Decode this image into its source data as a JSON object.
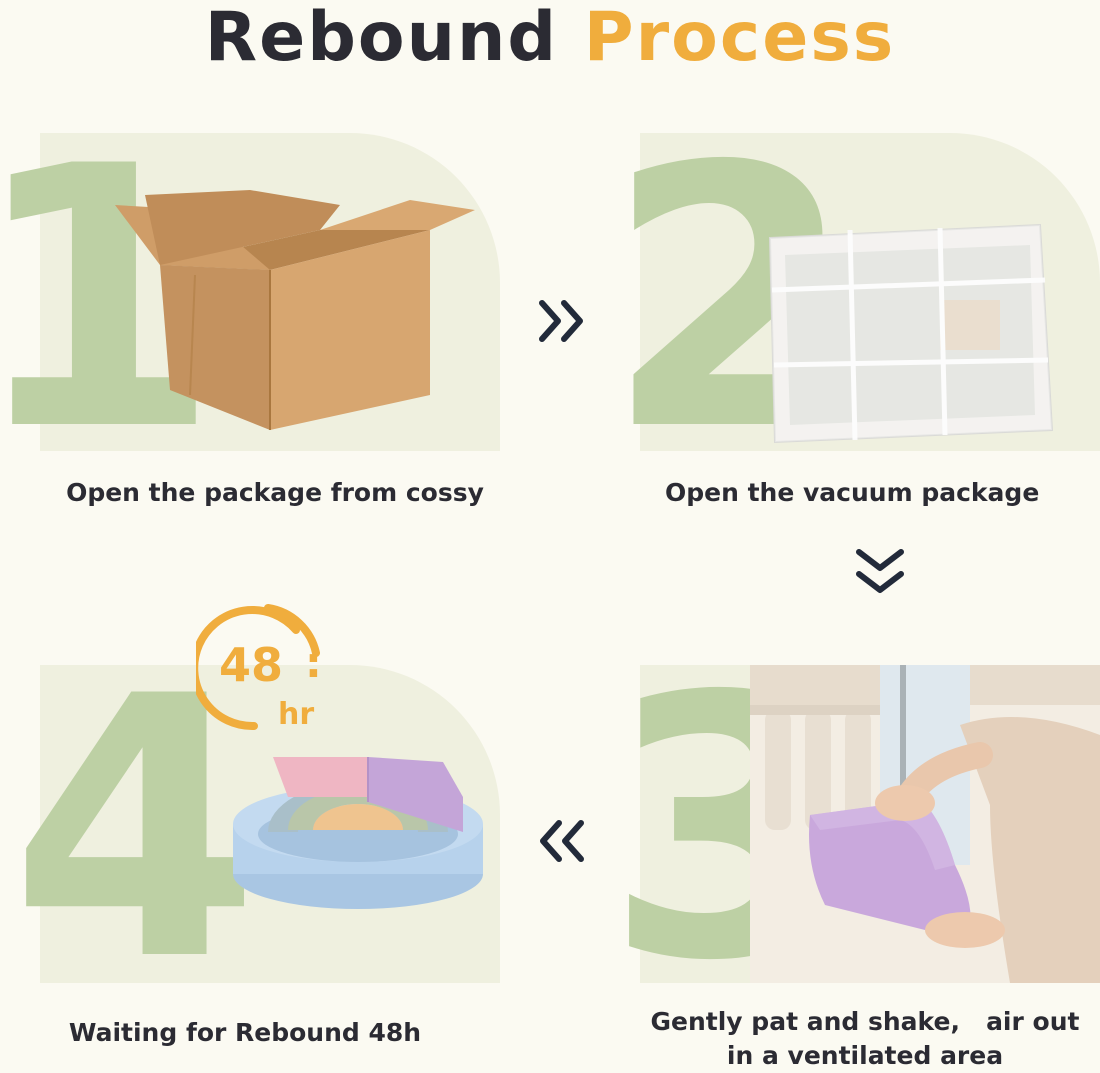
{
  "title": {
    "word1": "Rebound",
    "word2": "Process"
  },
  "steps": [
    {
      "number": "1",
      "caption": "Open the package from cossy"
    },
    {
      "number": "2",
      "caption": "Open the vacuum package"
    },
    {
      "number": "3",
      "caption_line1": "Gently pat and shake,   air out",
      "caption_line2": "in a ventilated area"
    },
    {
      "number": "4",
      "caption": "Waiting for Rebound 48h"
    }
  ],
  "timer": {
    "value": "48",
    "colon": ":",
    "unit": "hr"
  },
  "colors": {
    "accent": "#f0ad3d",
    "number_green": "#bdd0a4",
    "panel": "#eff0df",
    "text": "#2b2b33"
  },
  "icons": [
    "chevron-double-right-icon",
    "chevron-double-down-icon",
    "chevron-double-left-icon",
    "clock-arc-icon"
  ]
}
